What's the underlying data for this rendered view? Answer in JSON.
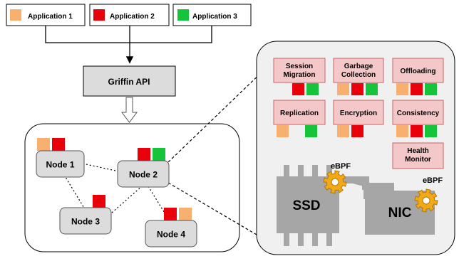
{
  "colors": {
    "app1": "#f8b071",
    "app2": "#e8000b",
    "app3": "#16c43c",
    "module_fill": "#f4c8c8",
    "module_stroke": "#c86464",
    "node_fill": "#dcdcdc",
    "chip_fill": "#a6a6a6",
    "panel_fill": "#f0f0f0",
    "gear": "#f2a917"
  },
  "applications": [
    {
      "label": "Application 1",
      "color_key": "app1"
    },
    {
      "label": "Application 2",
      "color_key": "app2"
    },
    {
      "label": "Application 3",
      "color_key": "app3"
    }
  ],
  "api": {
    "label": "Griffin API"
  },
  "nodes": [
    {
      "label": "Node 1",
      "tags": [
        "app1",
        "app2"
      ]
    },
    {
      "label": "Node 2",
      "tags": [
        "app2",
        "app3"
      ]
    },
    {
      "label": "Node 3",
      "tags": [
        "app2"
      ]
    },
    {
      "label": "Node 4",
      "tags": [
        "app2",
        "app1"
      ]
    }
  ],
  "modules": [
    {
      "label": [
        "Session",
        "Migration"
      ],
      "tags": [
        "app2",
        "app3"
      ]
    },
    {
      "label": [
        "Garbage",
        "Collection"
      ],
      "tags": [
        "app1",
        "app2",
        "app3"
      ]
    },
    {
      "label": [
        "Offloading"
      ],
      "tags": [
        "app1",
        "app2",
        "app3"
      ]
    },
    {
      "label": [
        "Replication"
      ],
      "tags": [
        "app1",
        "",
        "app3"
      ]
    },
    {
      "label": [
        "Encryption"
      ],
      "tags": [
        "app1",
        "app2"
      ]
    },
    {
      "label": [
        "Consistency"
      ],
      "tags": [
        "app1",
        "app2",
        "app3"
      ]
    },
    {
      "label": [
        "Health",
        "Monitor"
      ],
      "tags": []
    }
  ],
  "hardware": {
    "ssd_label": "SSD",
    "nic_label": "NIC",
    "ebpf_ssd_label": "eBPF",
    "ebpf_nic_label": "eBPF"
  }
}
